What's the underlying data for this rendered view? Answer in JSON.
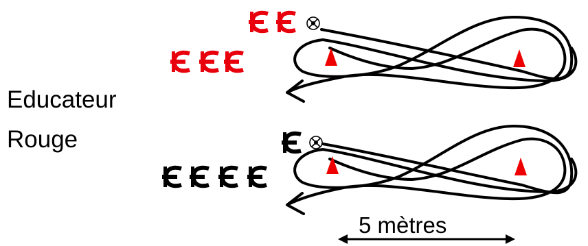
{
  "label": {
    "line1": "Educateur",
    "line2": "Rouge"
  },
  "distance_label": "5 mètres",
  "colors": {
    "red_team": "#e8000c",
    "black_team": "#000000",
    "cone": "#ee0000",
    "line": "#000000"
  },
  "groups": [
    {
      "name": "red",
      "players": 5,
      "icon": "player-figure-icon",
      "ball": "ball-icon"
    },
    {
      "name": "black",
      "players": 5,
      "icon": "player-figure-icon",
      "ball": "ball-icon"
    }
  ],
  "cones": {
    "per_course": 2,
    "icon": "cone-icon"
  }
}
